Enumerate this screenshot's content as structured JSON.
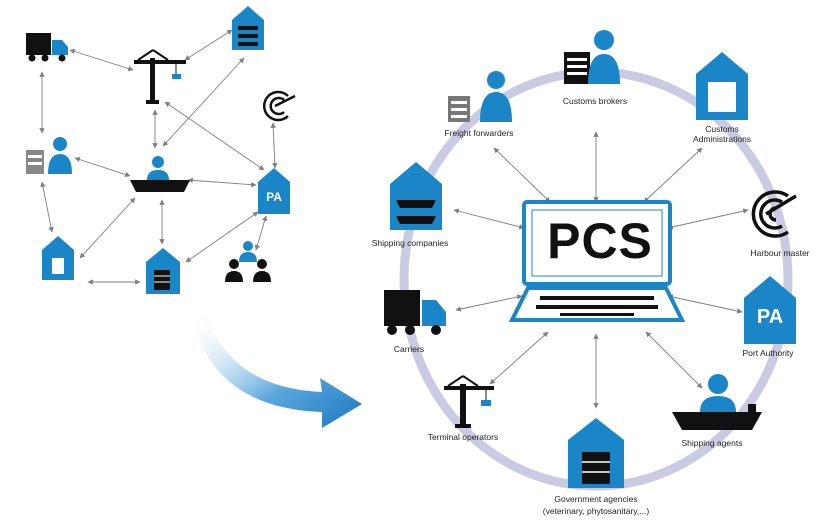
{
  "center": {
    "title": "PCS"
  },
  "nodes": {
    "customs_brokers": "Customs brokers",
    "customs_administrations": "Customs Administrations",
    "freight_forwarders": "Freight forwarders",
    "shipping_companies": "Shipping companies",
    "harbour_master": "Harbour master",
    "carriers": "Carriers",
    "port_authority": "Port Authority",
    "terminal_operators": "Terminal operators",
    "shipping_agents": "Shipping agents",
    "government_agencies": "Government agencies",
    "government_agencies_detail": "(veterinary, phytosanitary,...)"
  },
  "badges": {
    "pa_left": "PA",
    "pa_right": "PA"
  },
  "colors": {
    "accent": "#1a86c8",
    "ring": "#c9cbe3",
    "dark": "#111111",
    "arrow": "#7f7f7f"
  }
}
